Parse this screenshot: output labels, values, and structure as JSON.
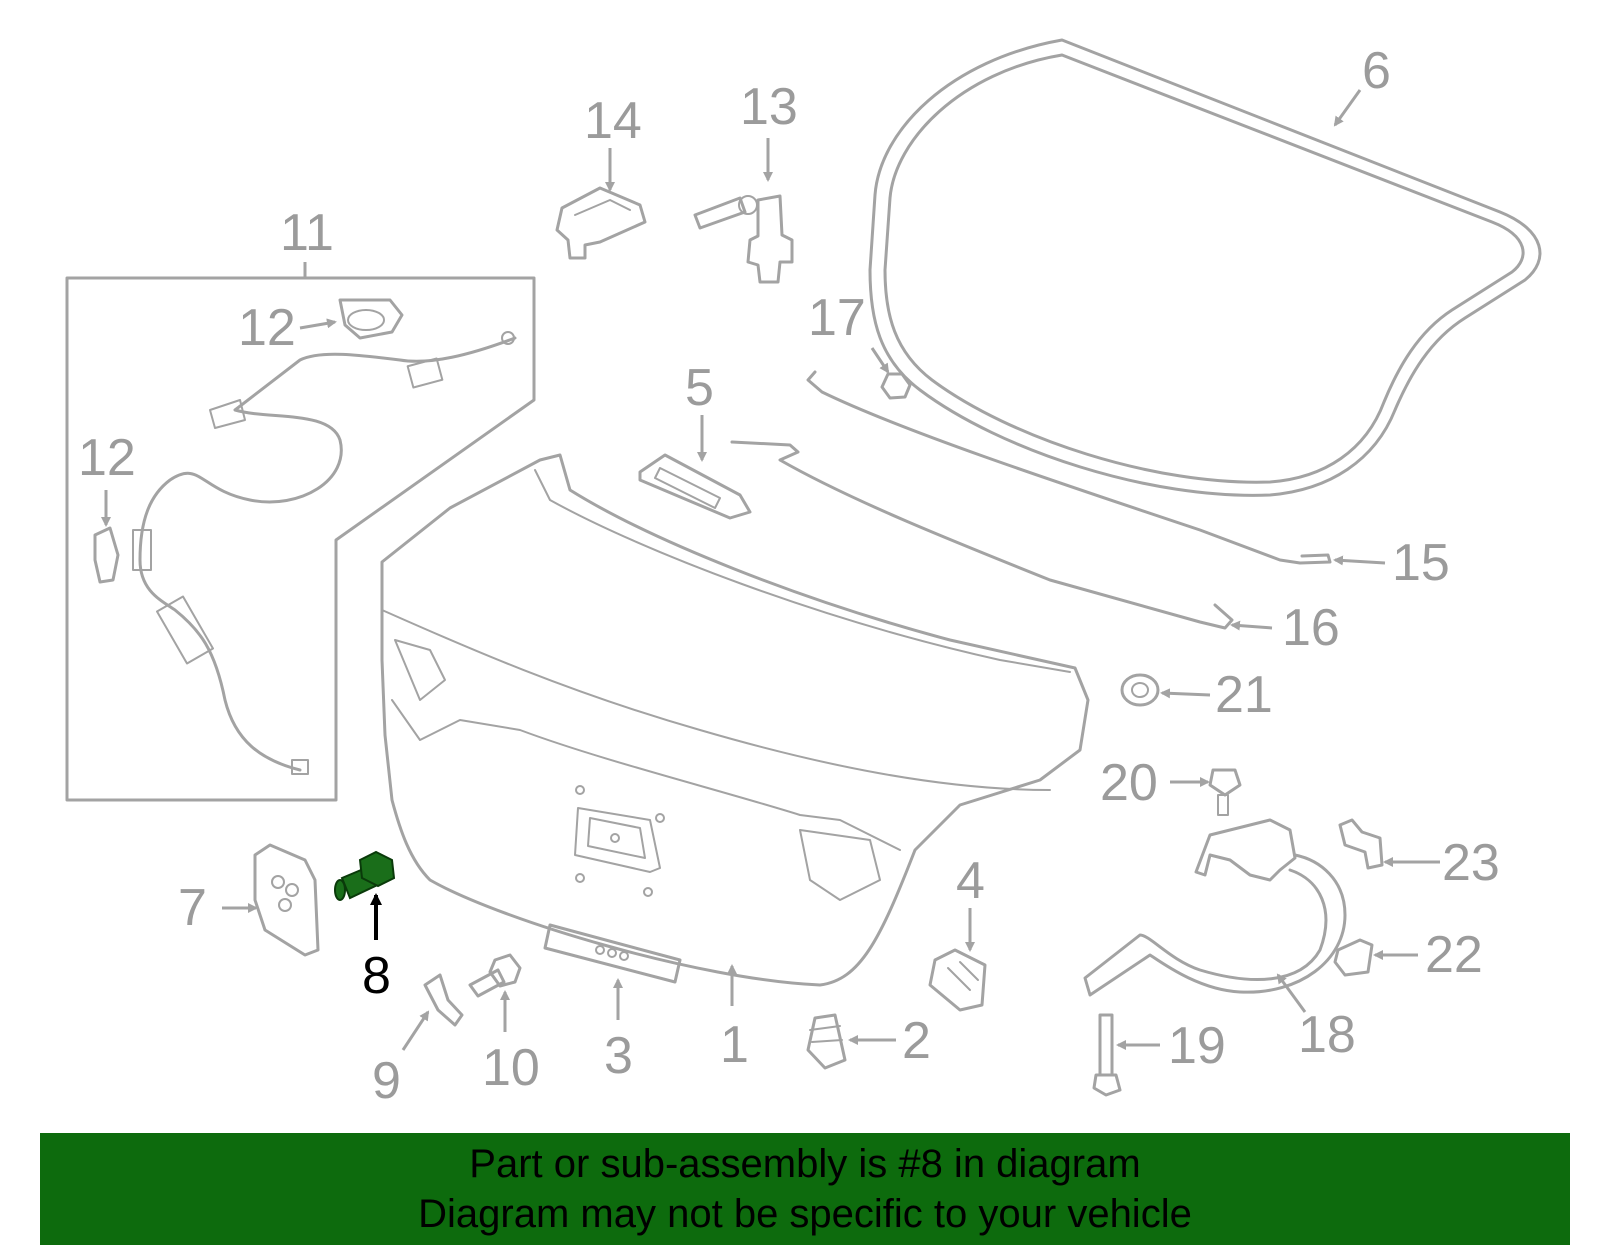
{
  "banner": {
    "line1": "Part or sub-assembly is #8 in diagram",
    "line2": "Diagram may not be specific to your vehicle",
    "background_color": "#0d6b0d"
  },
  "highlight_color": "#1a6e1a",
  "callouts": {
    "c1": "1",
    "c2": "2",
    "c3": "3",
    "c4": "4",
    "c5": "5",
    "c6": "6",
    "c7": "7",
    "c8": "8",
    "c9": "9",
    "c10": "10",
    "c11": "11",
    "c12a": "12",
    "c12b": "12",
    "c13": "13",
    "c14": "14",
    "c15": "15",
    "c16": "16",
    "c17": "17",
    "c18": "18",
    "c19": "19",
    "c20": "20",
    "c21": "21",
    "c22": "22",
    "c23": "23"
  }
}
